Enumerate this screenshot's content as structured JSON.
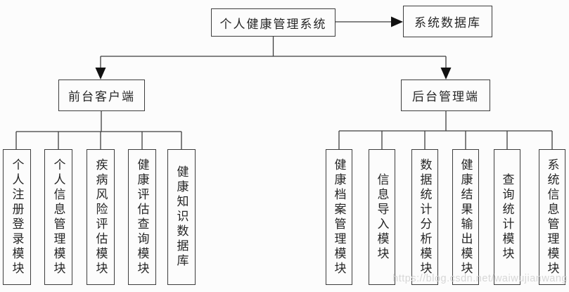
{
  "diagram": {
    "root": "个人健康管理系统",
    "database": "系统数据库",
    "frontend": {
      "label": "前台客户端",
      "modules": [
        "个人注册登录模块",
        "个人信息管理模块",
        "疾病风险评估模块",
        "健康评估查询模块",
        "健康知识数据库"
      ]
    },
    "backend": {
      "label": "后台管理端",
      "modules": [
        "健康档案管理模块",
        "信息导入模块",
        "数据统计分析模块",
        "健康结果输出模块",
        "查询统计模块",
        "系统信息管理模块"
      ]
    }
  },
  "watermark": "https://blog.csdn.net/waiwujianwang",
  "colors": {
    "border": "#3d3d3d",
    "text": "#262626",
    "arrow": "#111111",
    "background": "#fcfcfc",
    "watermark": "#d7d7d7"
  }
}
